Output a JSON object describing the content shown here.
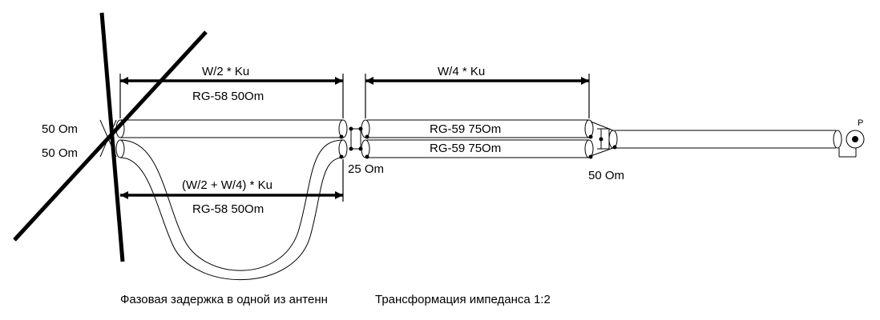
{
  "labels": {
    "left_top_impedance": "50 Om",
    "left_bottom_impedance": "50 Om",
    "dim_top_left": "W/2 * Ku",
    "cable_top_left": "RG-58 50Om",
    "dim_top_right": "W/4 * Ku",
    "cable_mid_top": "RG-59 75Om",
    "cable_mid_bottom": "RG-59 75Om",
    "junction_impedance": "25 Om",
    "output_impedance": "50 Om",
    "dim_bottom": "(W/2 + W/4) * Ku",
    "cable_bottom": "RG-58 50Om",
    "connector": "P",
    "caption_left": "Фазовая задержка в одной из антенн",
    "caption_right": "Трансформация импеданса 1:2"
  },
  "colors": {
    "ink": "#000000",
    "background": "#ffffff"
  }
}
